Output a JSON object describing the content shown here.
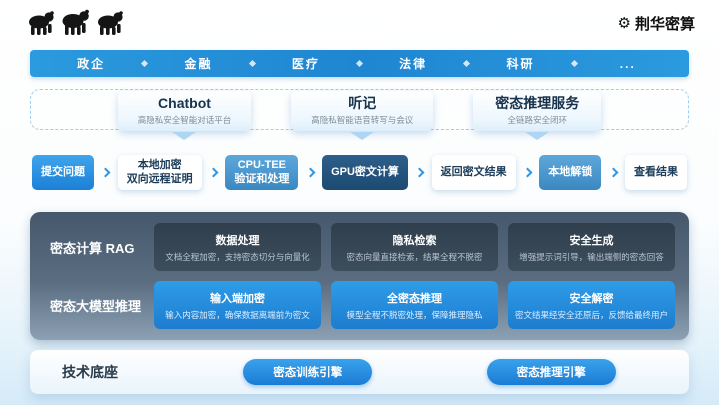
{
  "brand": {
    "name": "荆华密算"
  },
  "icons": {
    "gear": "⚙"
  },
  "nav": {
    "items": [
      "政企",
      "金融",
      "医疗",
      "法律",
      "科研",
      "..."
    ]
  },
  "products": [
    {
      "title": "Chatbot",
      "subtitle": "高隐私安全智能对话平台"
    },
    {
      "title": "听记",
      "subtitle": "高隐私智能语音转写与会议"
    },
    {
      "title": "密态推理服务",
      "subtitle": "全链路安全闭环"
    }
  ],
  "flow": {
    "steps": [
      {
        "label": "提交问题"
      },
      {
        "label": "本地加密\n双向远程证明"
      },
      {
        "label": "CPU-TEE\n验证和处理"
      },
      {
        "label": "GPU密文计算"
      },
      {
        "label": "返回密文结果"
      },
      {
        "label": "本地解锁"
      },
      {
        "label": "查看结果"
      }
    ]
  },
  "capabilities": {
    "rows": [
      {
        "label": "密态计算 RAG",
        "cards": [
          {
            "title": "数据处理",
            "desc": "文档全程加密，支持密态切分与向量化"
          },
          {
            "title": "隐私检索",
            "desc": "密态向量直接检索，结果全程不脱密"
          },
          {
            "title": "安全生成",
            "desc": "增强提示词引导，输出端侧的密态回答"
          }
        ]
      },
      {
        "label": "密态大模型推理",
        "cards": [
          {
            "title": "输入端加密",
            "desc": "输入内容加密，确保数据离端前为密文"
          },
          {
            "title": "全密态推理",
            "desc": "模型全程不脱密处理，保障推理隐私"
          },
          {
            "title": "安全解密",
            "desc": "密文结果经安全还原后，反馈给最终用户"
          }
        ]
      }
    ]
  },
  "foundation": {
    "label": "技术底座",
    "engines": [
      "密态训练引擎",
      "密态推理引擎"
    ]
  }
}
